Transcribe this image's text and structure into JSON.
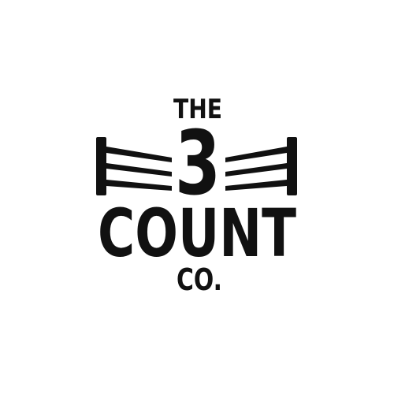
{
  "logo": {
    "line1": "THE",
    "line2": "3",
    "line3": "COUNT",
    "line4": "CO.",
    "icon": "wrestling-ring-icon",
    "ink_color": "#111111",
    "background_color": "#ffffff"
  }
}
